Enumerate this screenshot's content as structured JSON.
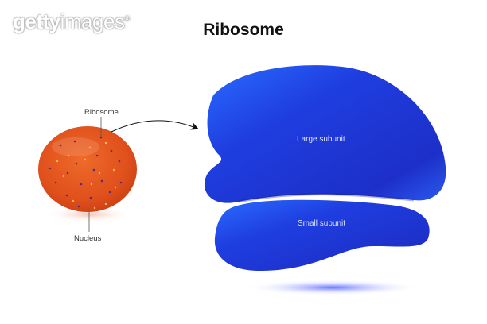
{
  "watermark": {
    "part1": "getty",
    "part2": "images",
    "mark": "®"
  },
  "title": "Ribosome",
  "cell": {
    "labels": {
      "top": "Ribosome",
      "bottom": "Nucleus"
    },
    "colors": {
      "cell": "#e8501e",
      "dot_dark": "#5a2a80",
      "dot_light": "#ffb25a"
    }
  },
  "ribosome": {
    "large_subunit_label": "Large subunit",
    "small_subunit_label": "Small subunit",
    "colors": {
      "body": "#1f35d6",
      "highlight": "#2a7cff",
      "shadow": "#5566ff"
    }
  },
  "arrow": {
    "from": "cell-ribosome",
    "to": "ribosome-detail"
  }
}
